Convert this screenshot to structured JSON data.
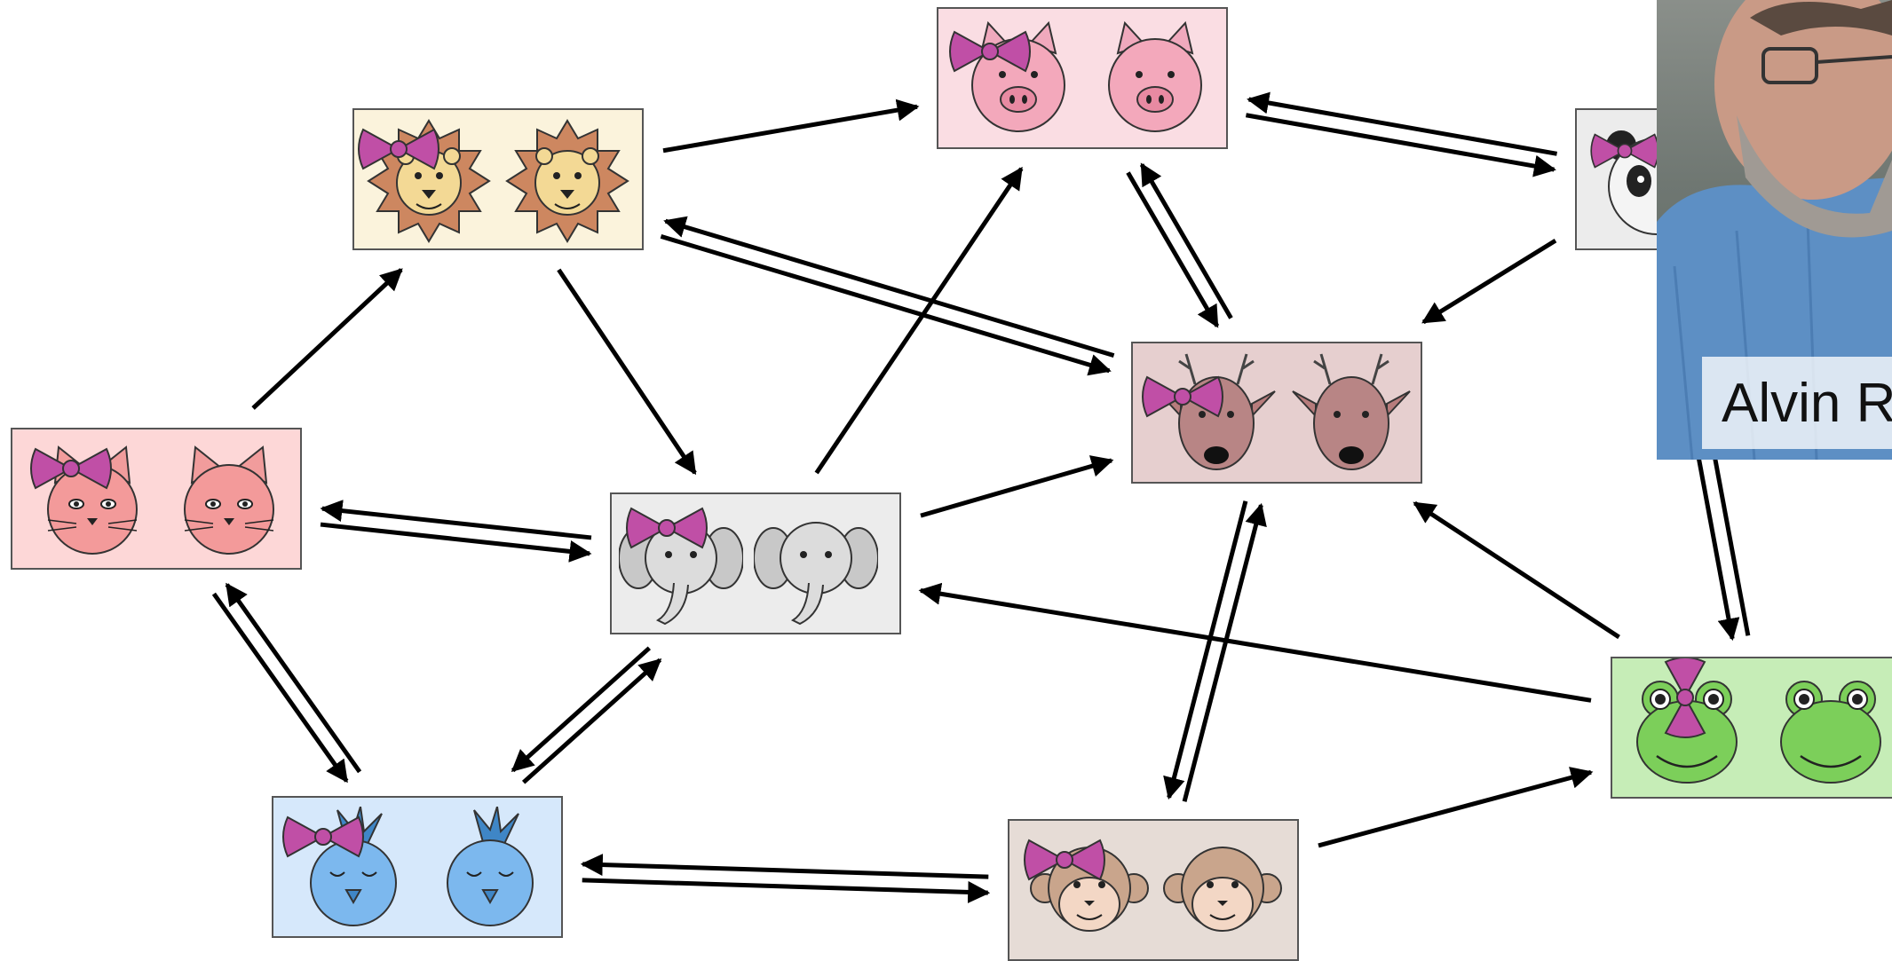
{
  "photo": {
    "caption": "Alvin R"
  },
  "colors": {
    "lion": "#fbf3dc",
    "pig": "#fadde3",
    "panda": "#ececec",
    "cat": "#fdd7d7",
    "elephant": "#ececec",
    "deer": "#e6cfcf",
    "frog": "#c6edb7",
    "bird": "#d6e8fb",
    "monkey": "#e6dcd6",
    "bow": "#c04fa6",
    "arrow": "#000000"
  },
  "nodes": [
    {
      "id": "lion",
      "label": "lion-pair"
    },
    {
      "id": "pig",
      "label": "pig-pair"
    },
    {
      "id": "panda",
      "label": "panda-pair"
    },
    {
      "id": "cat",
      "label": "cat-pair"
    },
    {
      "id": "elephant",
      "label": "elephant-pair"
    },
    {
      "id": "deer",
      "label": "deer-pair"
    },
    {
      "id": "frog",
      "label": "frog-pair"
    },
    {
      "id": "bird",
      "label": "bird-pair"
    },
    {
      "id": "monkey",
      "label": "monkey-pair"
    }
  ],
  "edges": [
    {
      "from": "cat",
      "to": "lion"
    },
    {
      "from": "lion",
      "to": "pig"
    },
    {
      "from": "lion",
      "to": "deer"
    },
    {
      "from": "deer",
      "to": "lion"
    },
    {
      "from": "lion",
      "to": "elephant"
    },
    {
      "from": "pig",
      "to": "panda"
    },
    {
      "from": "panda",
      "to": "pig"
    },
    {
      "from": "pig",
      "to": "deer"
    },
    {
      "from": "deer",
      "to": "pig"
    },
    {
      "from": "panda",
      "to": "deer"
    },
    {
      "from": "elephant",
      "to": "pig"
    },
    {
      "from": "elephant",
      "to": "deer"
    },
    {
      "from": "cat",
      "to": "elephant"
    },
    {
      "from": "elephant",
      "to": "cat"
    },
    {
      "from": "cat",
      "to": "bird"
    },
    {
      "from": "bird",
      "to": "cat"
    },
    {
      "from": "bird",
      "to": "elephant"
    },
    {
      "from": "elephant",
      "to": "bird"
    },
    {
      "from": "bird",
      "to": "monkey"
    },
    {
      "from": "monkey",
      "to": "bird"
    },
    {
      "from": "monkey",
      "to": "deer"
    },
    {
      "from": "deer",
      "to": "monkey"
    },
    {
      "from": "monkey",
      "to": "frog"
    },
    {
      "from": "frog",
      "to": "elephant"
    },
    {
      "from": "frog",
      "to": "deer"
    },
    {
      "from": "panda",
      "to": "frog"
    },
    {
      "from": "frog",
      "to": "panda"
    }
  ]
}
